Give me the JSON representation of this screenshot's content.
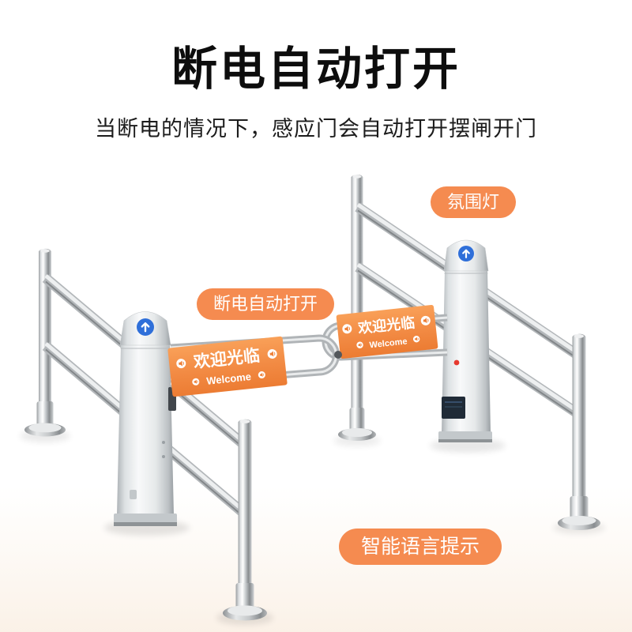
{
  "header": {
    "title": "断电自动打开",
    "subtitle": "当断电的情况下，感应门会自动打开摆闸开门"
  },
  "callouts": {
    "ambient_light": "氛围灯",
    "power_off_auto_open": "断电自动打开",
    "smart_voice_prompt": "智能语言提示"
  },
  "banner": {
    "cn": "欢迎光临",
    "en": "Welcome"
  },
  "colors": {
    "accent_orange": "#F58B50",
    "banner_orange_top": "#F9A058",
    "banner_orange_bottom": "#EC7C33",
    "indicator_blue": "#2F6FD9",
    "indicator_red": "#E6392E",
    "title_black": "#0D0D0D",
    "steel_light": "#F8F9FA",
    "steel_dark": "#878B8E"
  }
}
